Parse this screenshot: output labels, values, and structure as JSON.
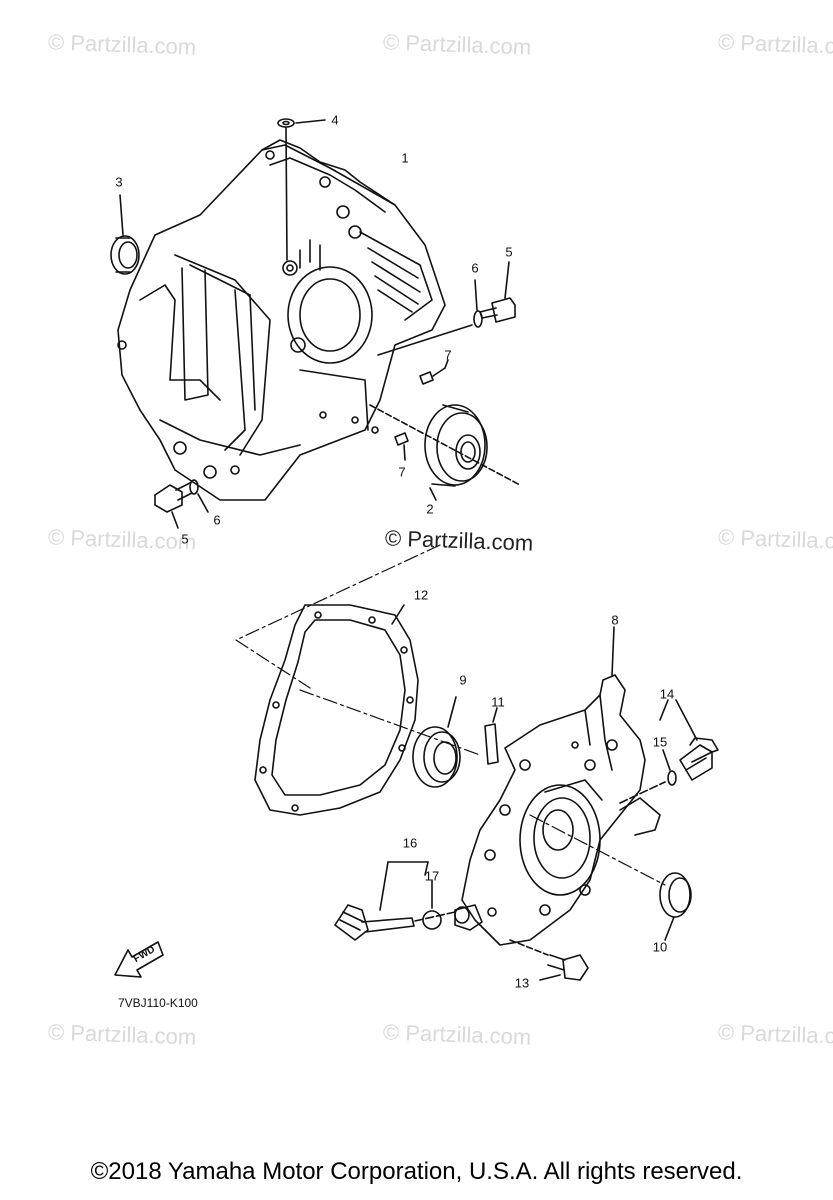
{
  "watermark": "© Partzilla.com",
  "center_watermark": "© Partzilla.com",
  "callouts": [
    "1",
    "2",
    "3",
    "4",
    "5",
    "5",
    "6",
    "6",
    "7",
    "7",
    "8",
    "9",
    "10",
    "11",
    "12",
    "13",
    "14",
    "15",
    "16",
    "17"
  ],
  "fwd_label": "FWD",
  "diagram_code": "7VBJ110-K100",
  "copyright": "©2018  Yamaha Motor Corporation, U.S.A. All rights reserved.",
  "colors": {
    "line": "#111111",
    "watermark": "#d9d9d9"
  }
}
